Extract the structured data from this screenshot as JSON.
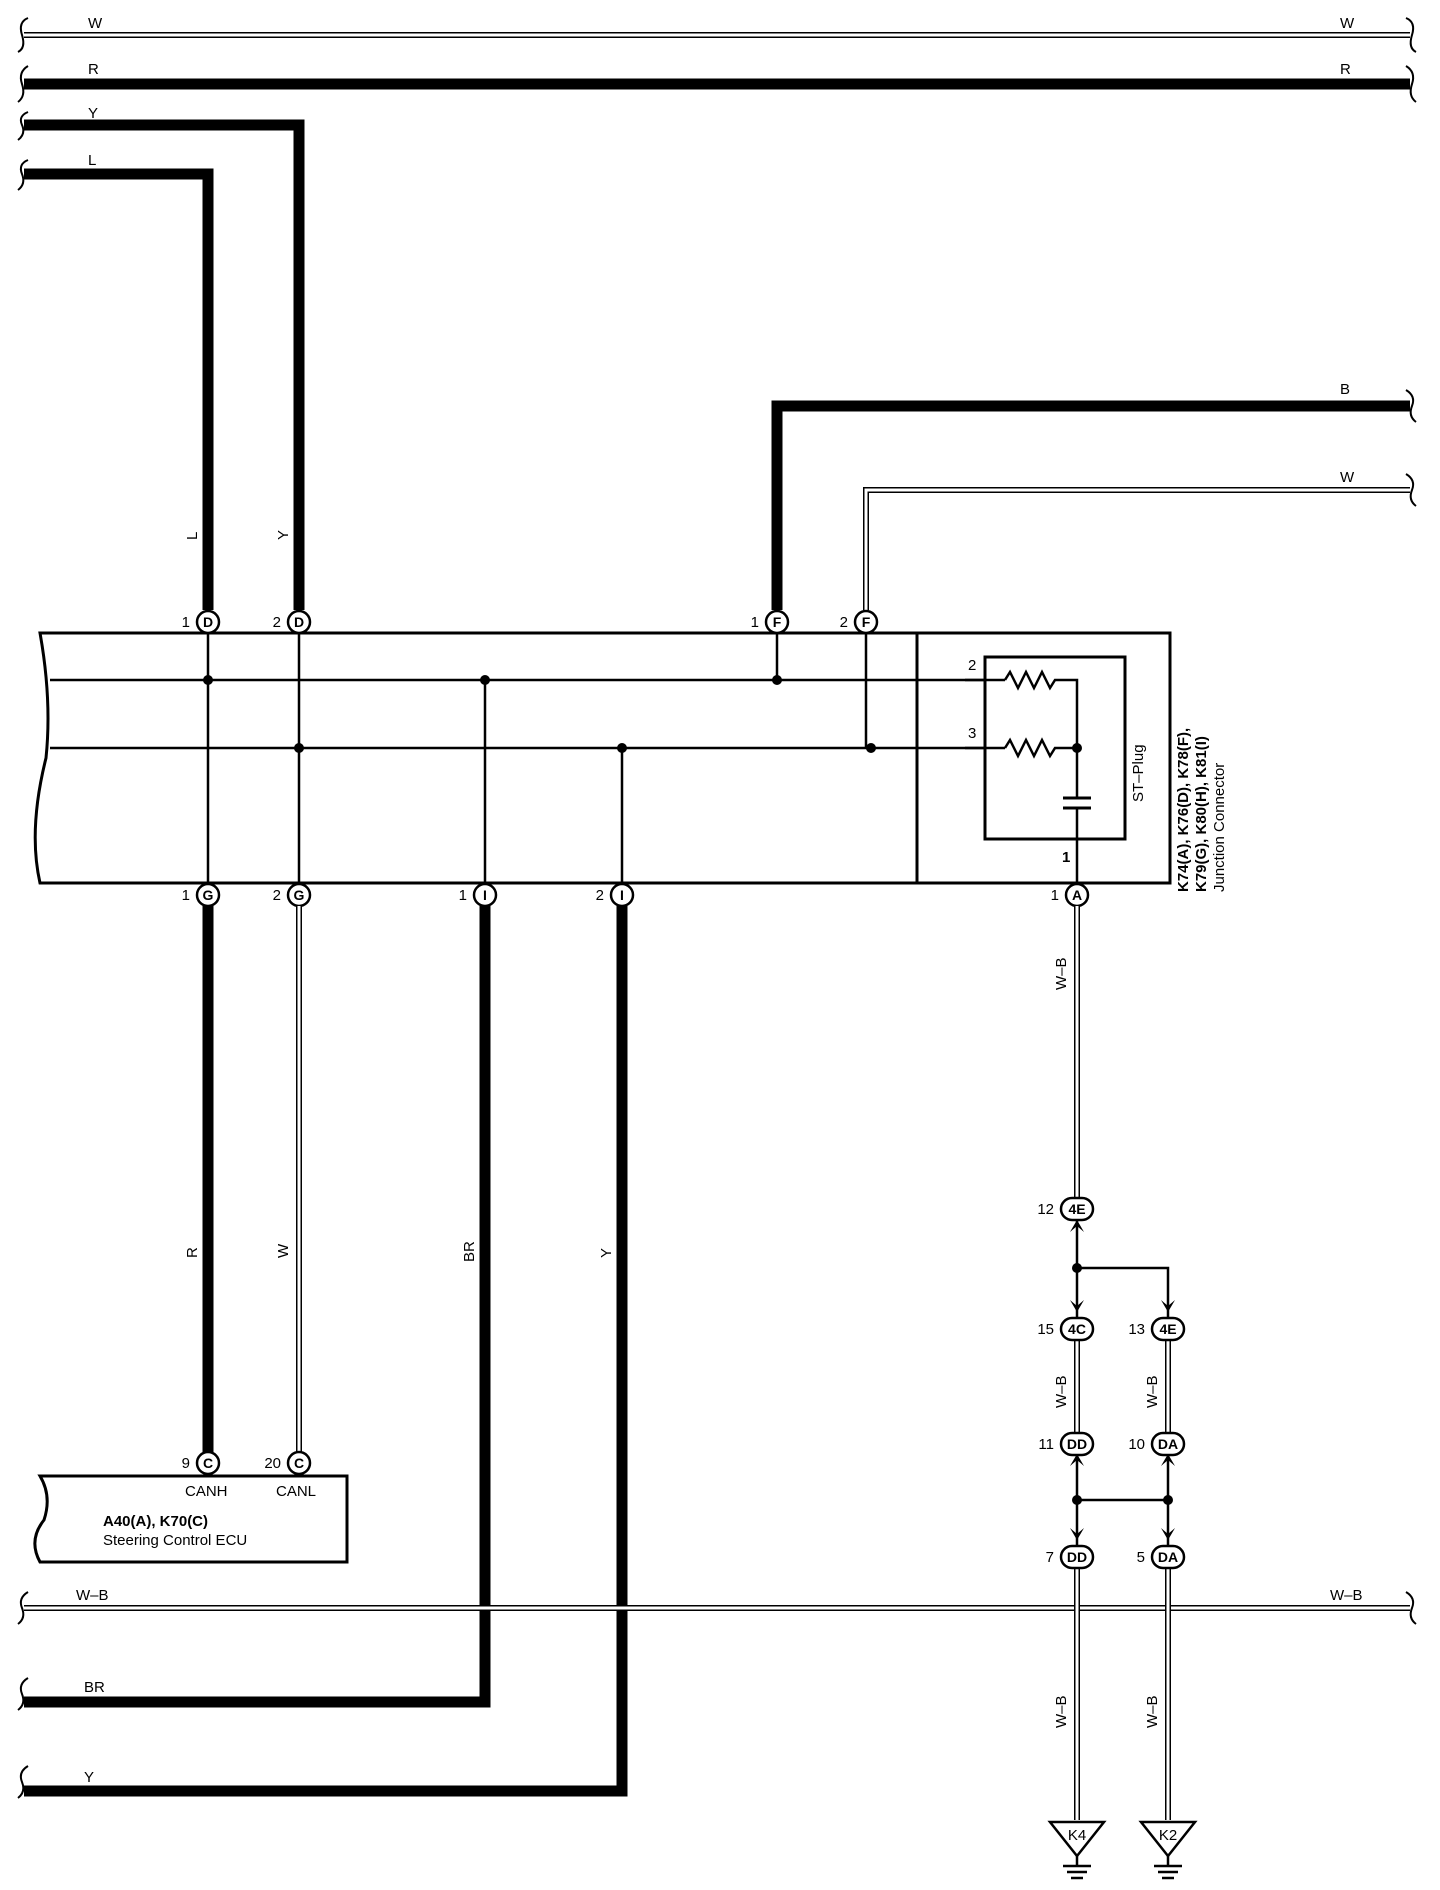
{
  "top_wires": {
    "w1": "W",
    "r1": "R",
    "y": "Y",
    "l": "L",
    "b": "B",
    "w2": "W"
  },
  "bottom_wires": {
    "wb_bus": "W–B",
    "br": "BR",
    "y": "Y"
  },
  "vertical_wire_labels": {
    "l": "L",
    "y": "Y",
    "r": "R",
    "w": "W",
    "br": "BR",
    "y2": "Y",
    "wb_a": "W–B",
    "wb_4c": "W–B",
    "wb_4e": "W–B",
    "wb_k4": "W–B",
    "wb_k2": "W–B"
  },
  "junction_connector": {
    "title_line1": "K74(A), K76(D), K78(F),",
    "title_line2": "K79(G), K80(H), K81(I)",
    "title_line3": "Junction Connector",
    "st_plug": "ST–Plug",
    "plug_pins": {
      "p1": "1",
      "p2": "2",
      "p3": "3"
    },
    "pins": [
      {
        "num": "1",
        "code": "D"
      },
      {
        "num": "2",
        "code": "D"
      },
      {
        "num": "1",
        "code": "F"
      },
      {
        "num": "2",
        "code": "F"
      },
      {
        "num": "1",
        "code": "G"
      },
      {
        "num": "2",
        "code": "G"
      },
      {
        "num": "1",
        "code": "I"
      },
      {
        "num": "2",
        "code": "I"
      },
      {
        "num": "1",
        "code": "A"
      }
    ]
  },
  "ecu": {
    "title_line1": "A40(A), K70(C)",
    "title_line2": "Steering Control ECU",
    "canh": "CANH",
    "canl": "CANL",
    "pins": [
      {
        "num": "9",
        "code": "C"
      },
      {
        "num": "20",
        "code": "C"
      }
    ]
  },
  "ground_connectors": [
    {
      "num": "12",
      "code": "4E"
    },
    {
      "num": "15",
      "code": "4C"
    },
    {
      "num": "13",
      "code": "4E"
    },
    {
      "num": "11",
      "code": "DD"
    },
    {
      "num": "10",
      "code": "DA"
    },
    {
      "num": "7",
      "code": "DD"
    },
    {
      "num": "5",
      "code": "DA"
    }
  ],
  "grounds": {
    "k4": "K4",
    "k2": "K2"
  }
}
